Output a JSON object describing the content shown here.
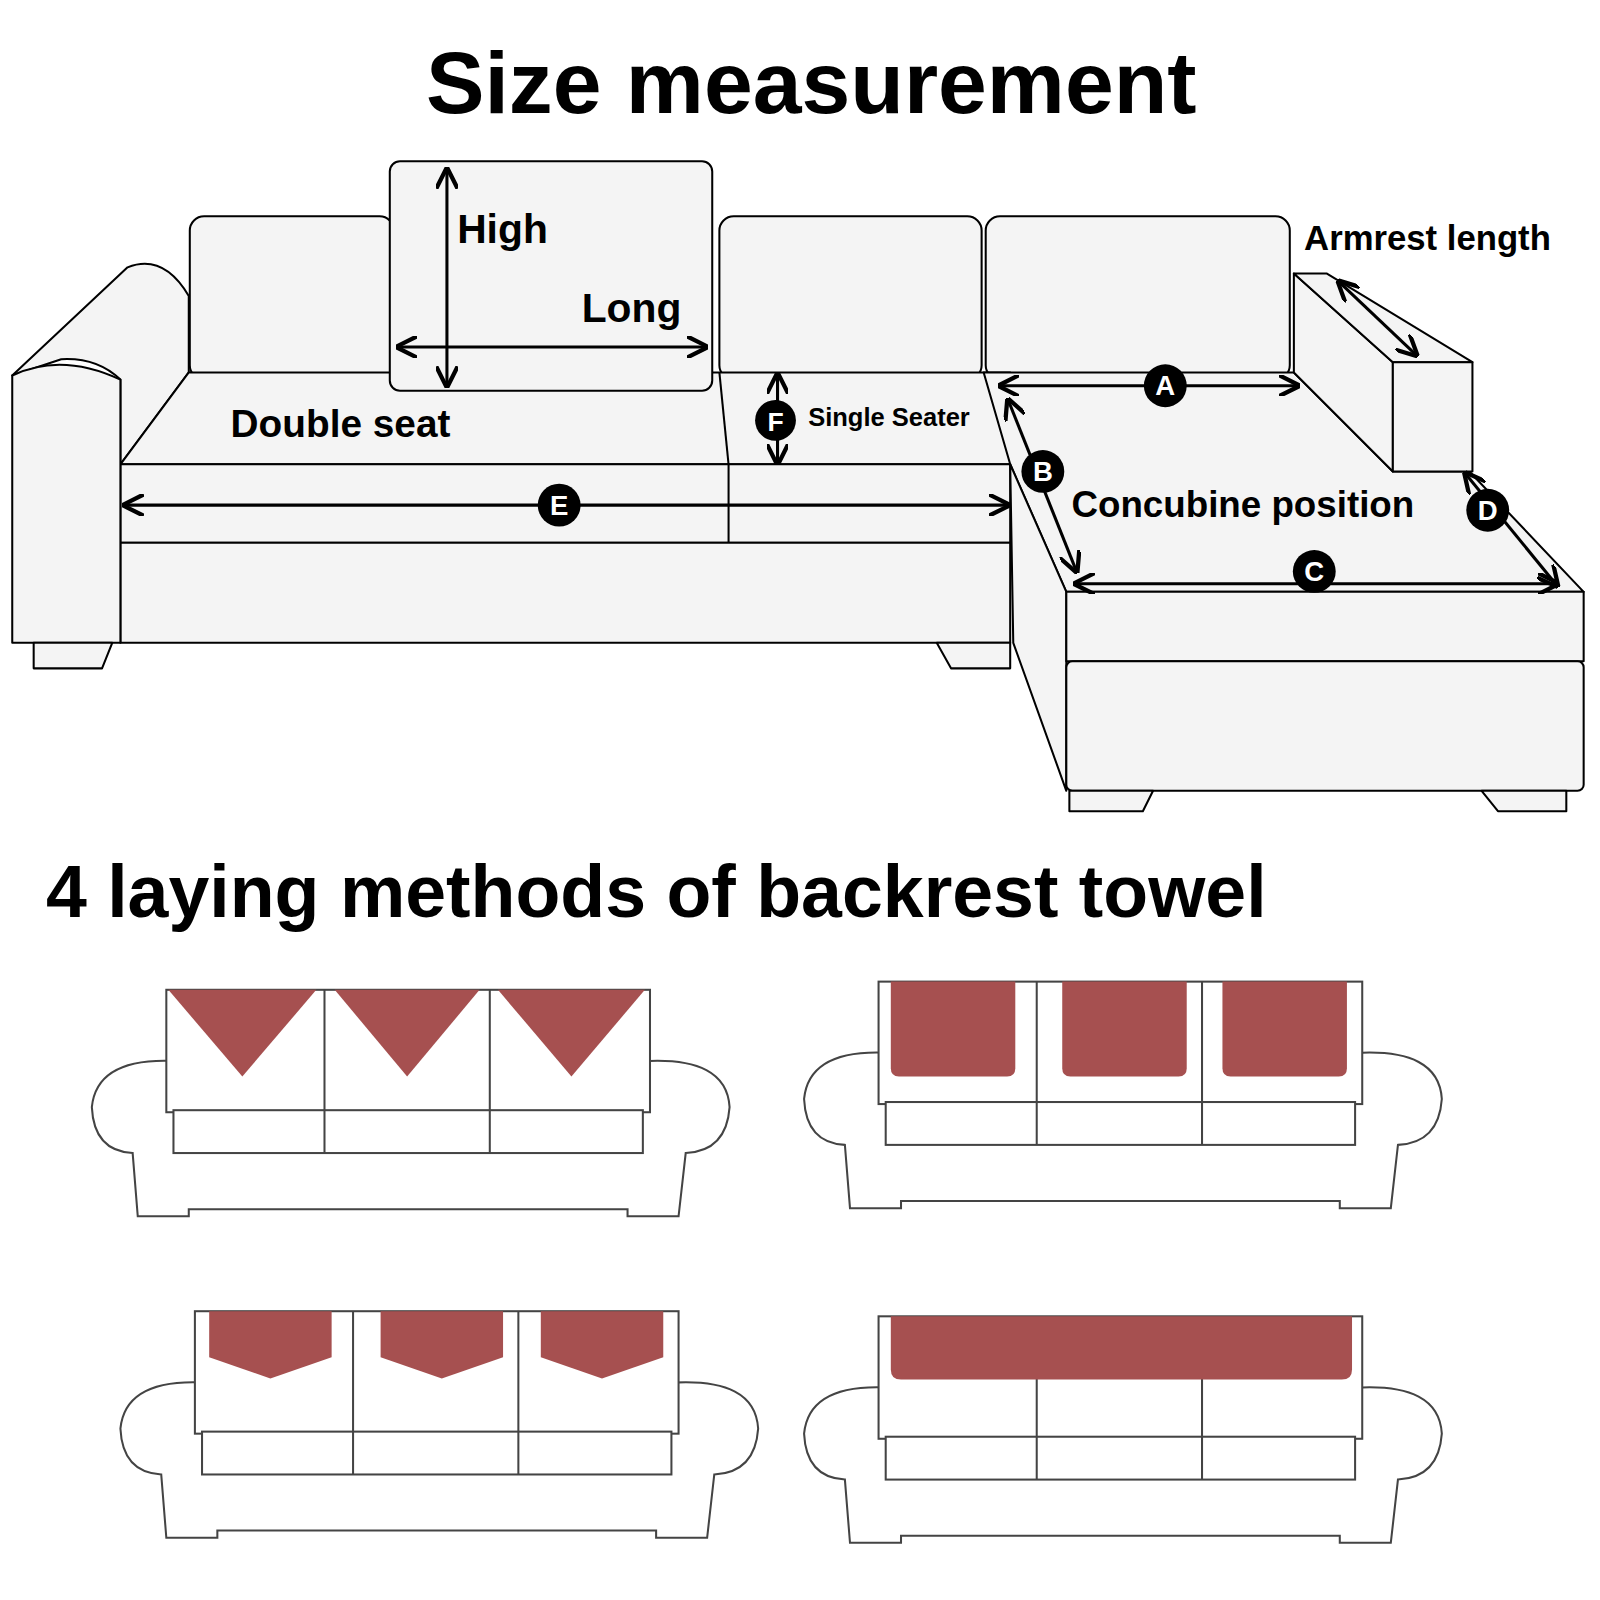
{
  "diagram": {
    "title": "Size measurement",
    "labels": [
      "High",
      "Long",
      "Armrest length",
      "Double seat",
      "F",
      "Single Seater",
      "A",
      "B",
      "Concubine position",
      "D",
      "E",
      "C",
      "4 laying methods of backrest towel"
    ]
  }
}
